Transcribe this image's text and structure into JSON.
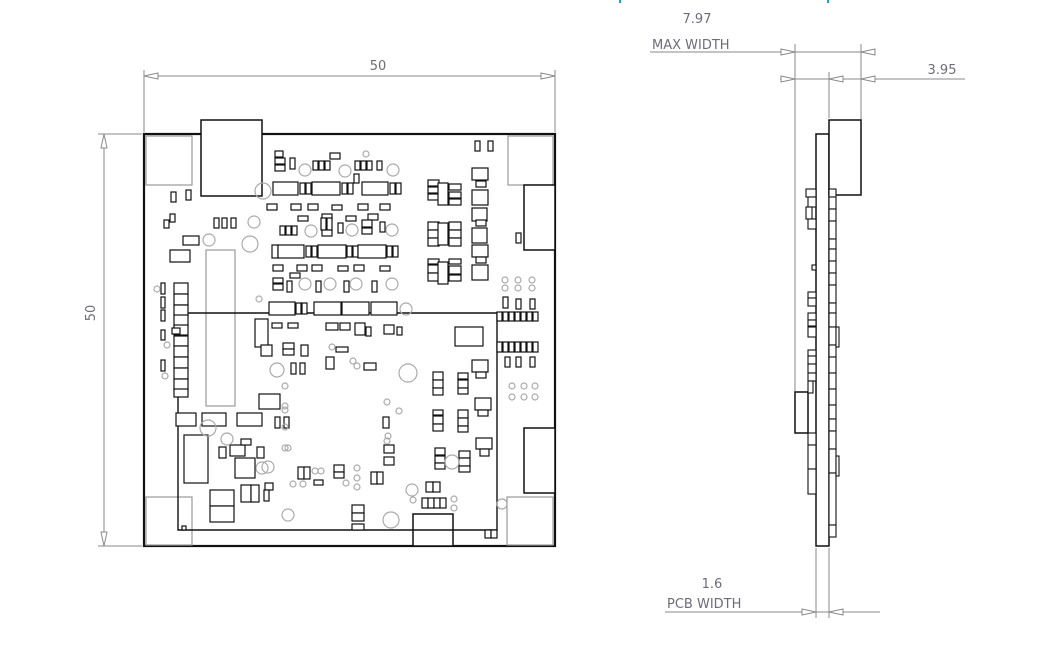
{
  "front_view": {
    "width_dim": "50",
    "height_dim": "50"
  },
  "side_view": {
    "max_width_value": "7.97",
    "max_width_label": "MAX WIDTH",
    "offset_value": "3.95",
    "pcb_width_value": "1.6",
    "pcb_width_label": "PCB WIDTH"
  },
  "colors": {
    "outline": "#111111",
    "dimension": "#8a8a8a",
    "hole": "#aaaaaa",
    "accent": "#1aa3e8"
  }
}
